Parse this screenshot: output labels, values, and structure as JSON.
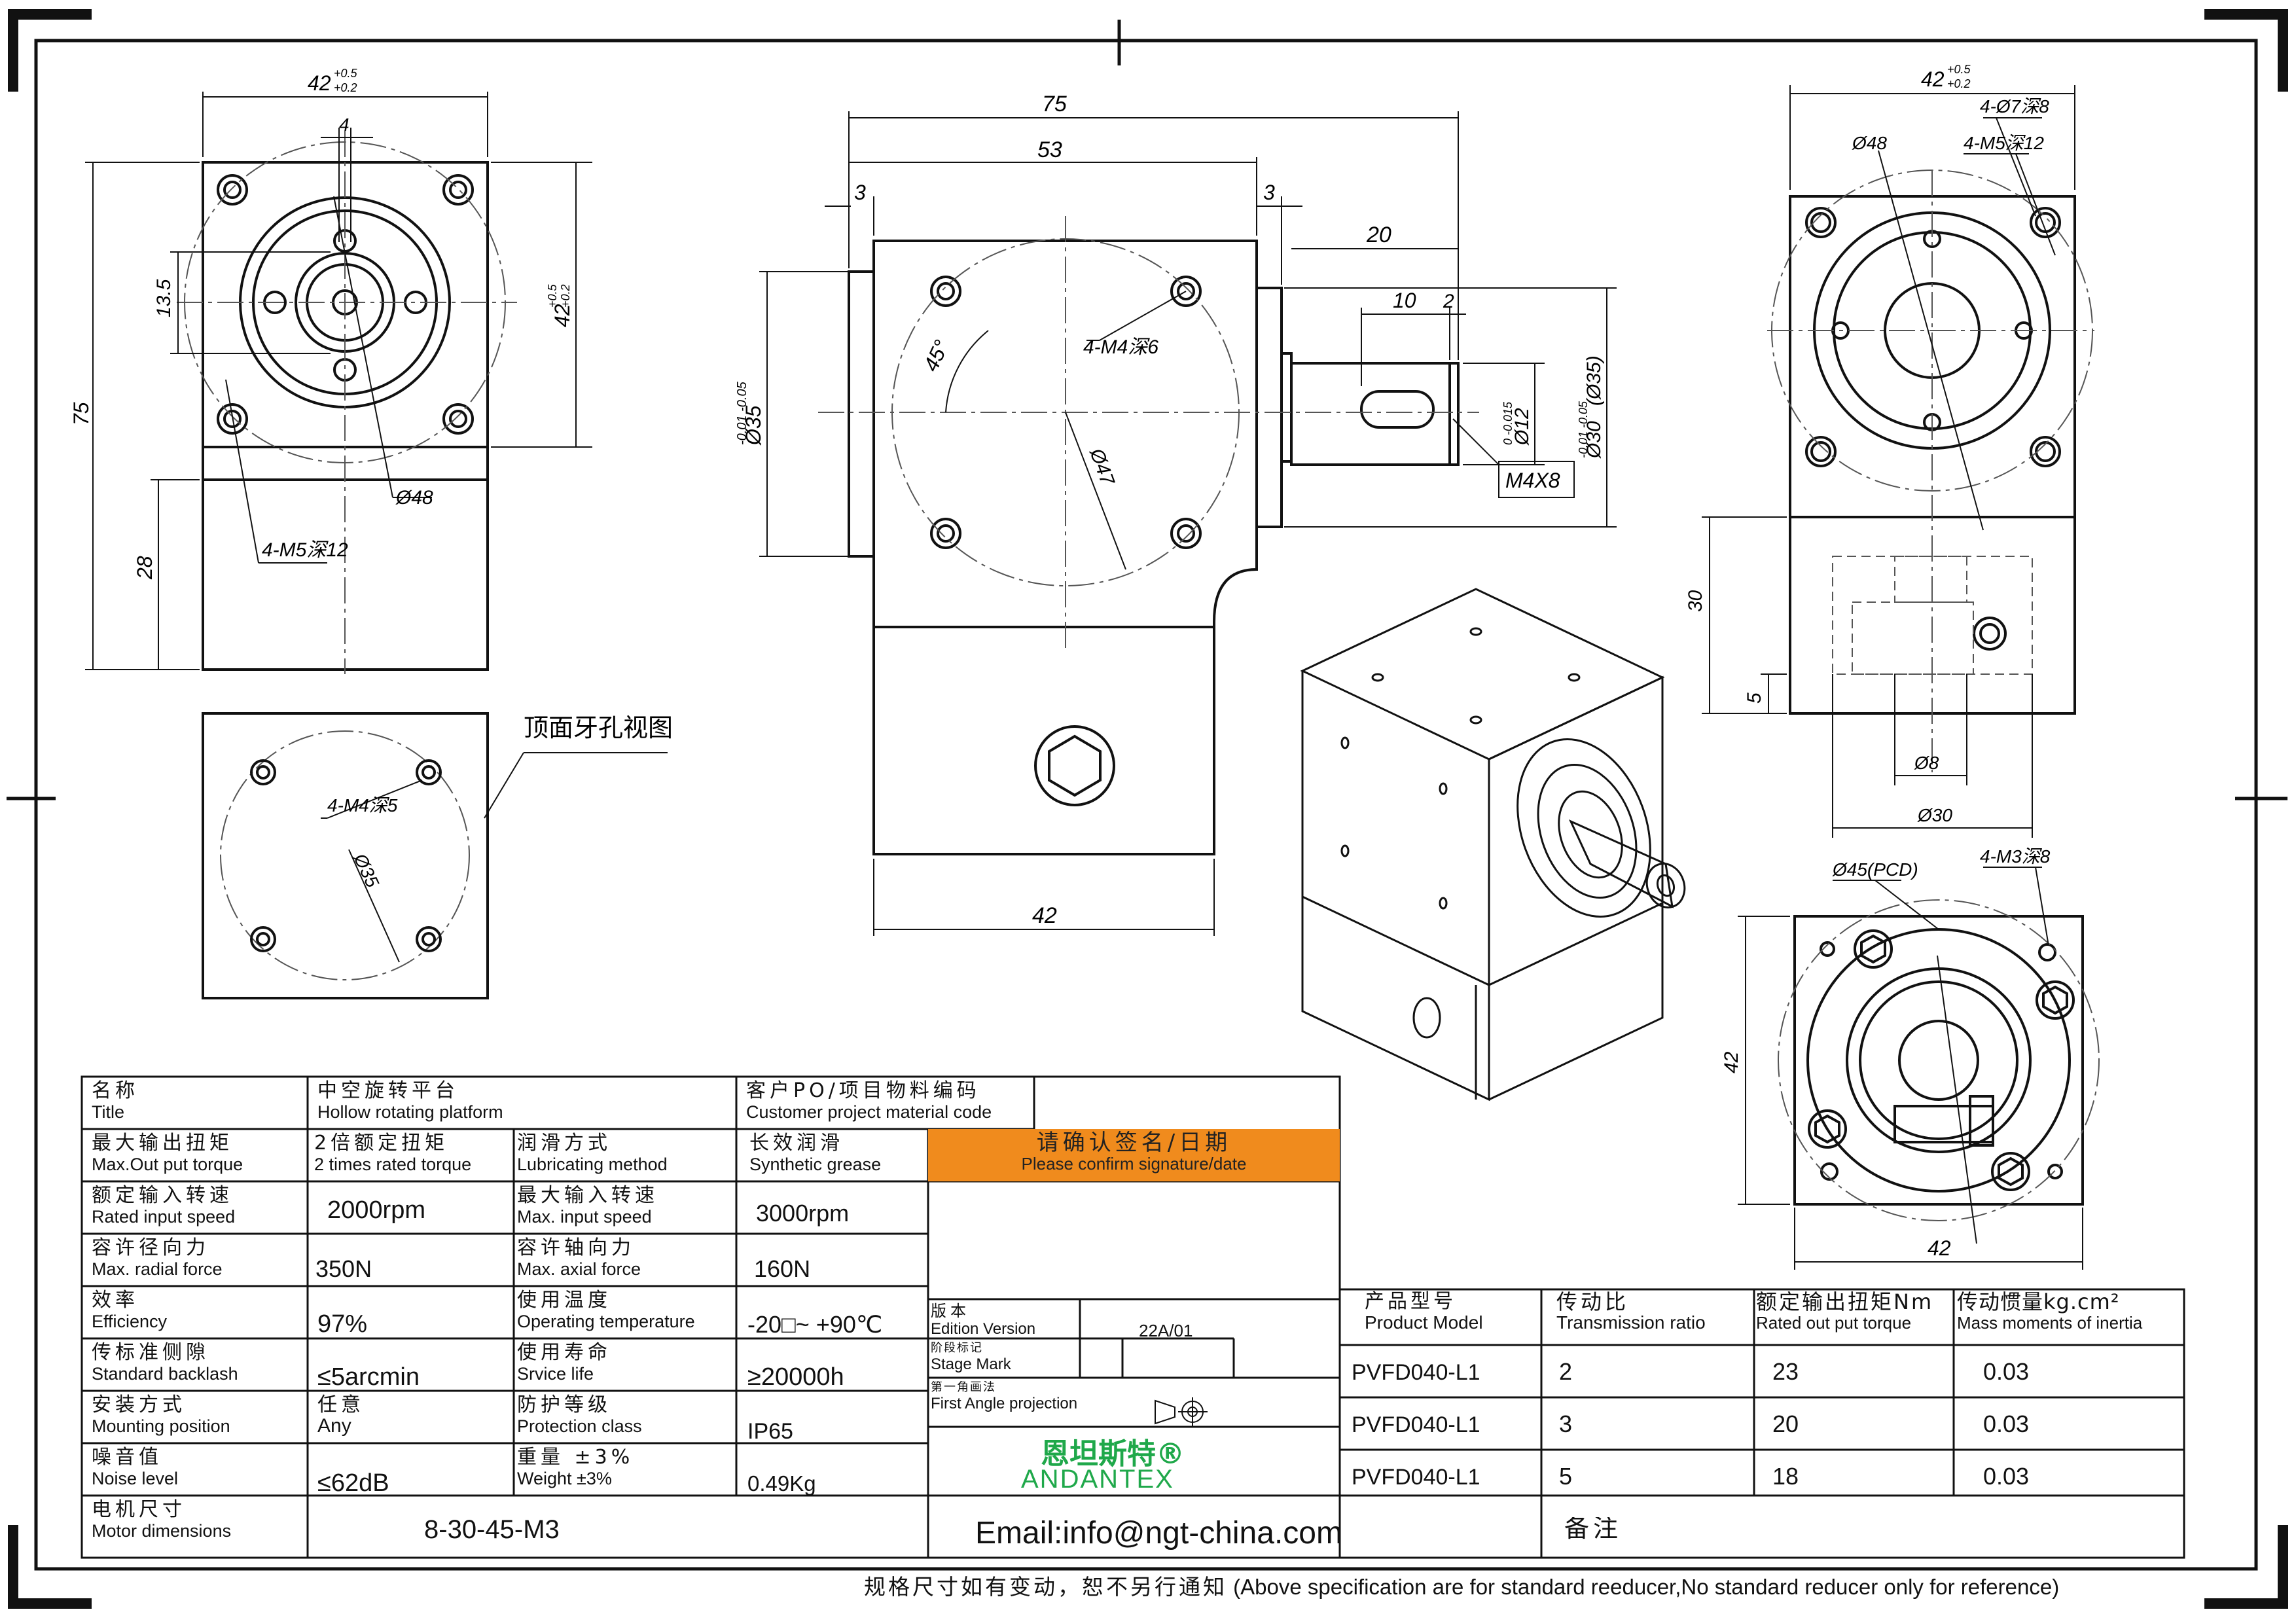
{
  "dims": {
    "top_left": {
      "w": "42",
      "w_tol_hi": "+0.5",
      "w_tol_lo": "+0.2",
      "h": "42",
      "h_tol_hi": "+0.5",
      "h_tol_lo": "+0.2",
      "key": "4",
      "d1": "13.5",
      "total": "75",
      "lower": "28",
      "pcd": "Ø48",
      "holes": "4-M5深12"
    },
    "front": {
      "len": "75",
      "body": "53",
      "left_step": "3",
      "right_step": "3",
      "shaft": "20",
      "keyway": "10",
      "key_off": "2",
      "angle": "45°",
      "pcd": "Ø47",
      "holes": "4-M4深6",
      "dia_left": "Ø35",
      "dia_left_tol": "-0.01 -0.05",
      "dia_shaft": "Ø12",
      "dia_shaft_tol": "0 -0.015",
      "dia_right": "Ø30",
      "dia_right_tol": "-0.01 -0.05",
      "dia_right_ref": "(Ø35)",
      "thread": "M4X8",
      "base": "42"
    },
    "top_view": {
      "label": "顶面牙孔视图",
      "holes": "4-M4深5",
      "pcd": "Ø35"
    },
    "right": {
      "w": "42",
      "w_tol_hi": "+0.5",
      "w_tol_lo": "+0.2",
      "holes1": "4-Ø7深8",
      "holes2": "4-M5深12",
      "pcd": "Ø48",
      "h30": "30",
      "h5": "5",
      "d8": "Ø8",
      "d30": "Ø30"
    },
    "bottom_right": {
      "pcd": "Ø45(PCD)",
      "holes": "4-M3深8",
      "w": "42",
      "h": "42"
    }
  },
  "spec": {
    "title_cn": "名称",
    "title_en": "Title",
    "title_val_cn": "中空旋转平台",
    "title_val_en": "Hollow rotating platform",
    "customer_cn": "客户PO/项目物料编码",
    "customer_en": "Customer project material code",
    "torque_cn": "最大输出扭矩",
    "torque_en": "Max.Out put torque",
    "torque_val_cn": "2倍额定扭矩",
    "torque_val_en": "2 times rated torque",
    "lub_cn": "润滑方式",
    "lub_en": "Lubricating method",
    "lub_val_cn": "长效润滑",
    "lub_val_en": "Synthetic grease",
    "confirm_cn": "请确认签名/日期",
    "confirm_en": "Please confirm signature/date",
    "rspeed_cn": "额定输入转速",
    "rspeed_en": "Rated input speed",
    "rspeed_val": "2000rpm",
    "mspeed_cn": "最大输入转速",
    "mspeed_en": "Max. input speed",
    "mspeed_val": "3000rpm",
    "radial_cn": "容许径向力",
    "radial_en": "Max. radial force",
    "radial_val": "350N",
    "axial_cn": "容许轴向力",
    "axial_en": "Max. axial force",
    "axial_val": "160N",
    "eff_cn": "效率",
    "eff_en": "Efficiency",
    "eff_val": "97%",
    "temp_cn": "使用温度",
    "temp_en": "Operating temperature",
    "temp_val": "-20□~ +90℃",
    "backlash_cn": "传标准侧隙",
    "backlash_en": "Standard backlash",
    "backlash_val": "≤5arcmin",
    "life_cn": "使用寿命",
    "life_en": "Srvice life",
    "life_val": "≥20000h",
    "mount_cn": "安装方式",
    "mount_en": "Mounting position",
    "mount_val_cn": "任意",
    "mount_val_en": "Any",
    "prot_cn": "防护等级",
    "prot_en": "Protection class",
    "prot_val": "IP65",
    "noise_cn": "噪音值",
    "noise_en": "Noise level",
    "noise_val": "≤62dB",
    "weight_cn": "重量 ±3%",
    "weight_en": "Weight ±3%",
    "weight_val": "0.49Kg",
    "motor_cn": "电机尺寸",
    "motor_en": "Motor dimensions",
    "motor_val": "8-30-45-M3",
    "edition_cn": "版本",
    "edition_en": "Edition Version",
    "edition_val": "22A/01",
    "stage_cn": "阶段标记",
    "stage_en": "Stage Mark",
    "angle_cn": "第一角画法",
    "angle_en": "First Angle projection",
    "brand_cn": "恩坦斯特®",
    "brand_en": "ANDANTEX",
    "email": "Email:info@ngt-china.com",
    "remark": "备注"
  },
  "models": {
    "headers": [
      {
        "cn": "产品型号",
        "en": "Product Model"
      },
      {
        "cn": "传动比",
        "en": "Transmission ratio"
      },
      {
        "cn": "额定输出扭矩Nm",
        "en": "Rated out put torque"
      },
      {
        "cn": "传动惯量kg.cm²",
        "en": "Mass moments of inertia"
      }
    ],
    "rows": [
      {
        "model": "PVFD040-L1",
        "ratio": "2",
        "torque": "23",
        "inertia": "0.03"
      },
      {
        "model": "PVFD040-L1",
        "ratio": "3",
        "torque": "20",
        "inertia": "0.03"
      },
      {
        "model": "PVFD040-L1",
        "ratio": "5",
        "torque": "18",
        "inertia": "0.03"
      }
    ]
  },
  "footer": {
    "cn": "规格尺寸如有变动，恕不另行通知",
    "en": "(Above specification are for standard reeducer,No standard reducer only for reference)"
  }
}
